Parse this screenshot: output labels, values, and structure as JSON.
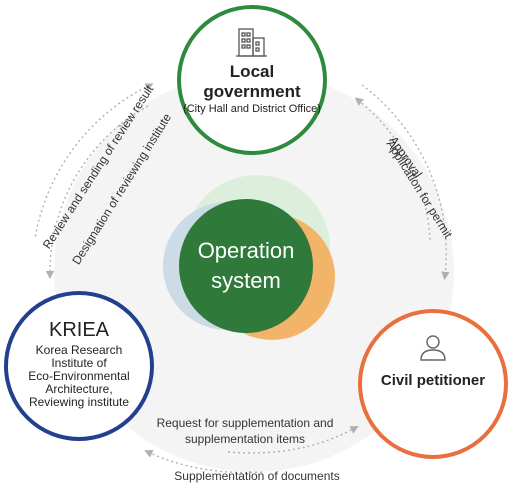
{
  "center": {
    "line1": "Operation",
    "line2": "system"
  },
  "local_government": {
    "title_line1": "Local",
    "title_line2": "government",
    "subtitle": "(City Hall and District Office)",
    "icon": "building-icon"
  },
  "kriea": {
    "title": "KRIEA",
    "desc_line1": "Korea Research",
    "desc_line2": "Institute of",
    "desc_line3": "Eco-Environmental",
    "desc_line4": "Architecture,",
    "desc_line5": "Reviewing institute"
  },
  "civil": {
    "title": "Civil petitioner",
    "icon": "person-icon"
  },
  "flows": {
    "review_sending": "Review and sending of review result",
    "designation": "Designation of reviewing institute",
    "application": "Application for permit",
    "approval": "Approval",
    "request_line1": "Request for supplementation and",
    "request_line2": "supplementation items",
    "supplementation": "Supplementation of documents"
  },
  "colors": {
    "local": "#2e8b3e",
    "kriea": "#23408f",
    "civil": "#e8703f",
    "center": "#2f7a3a"
  }
}
